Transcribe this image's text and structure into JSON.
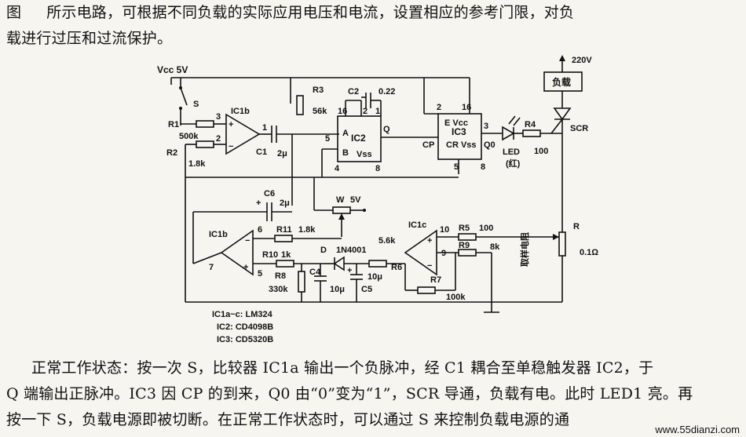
{
  "intro": {
    "fig_word": "图",
    "text_line1": "所示电路，可根据不同负载的实际应用电压和电流，设置相应的参考门限，对负",
    "text_line2": "载进行过压和过流保护。"
  },
  "circuit": {
    "supply_label": "Vcc 5V",
    "switch": "S",
    "r1": "R1",
    "r1_val": "500k",
    "r2": "R2",
    "r2_val": "1.8k",
    "ic1b": "IC1b",
    "ic1c_label": "IC1c",
    "ic1b_left": "IC1b",
    "c1": "C1",
    "c1_val": "2μ",
    "r3": "R3",
    "r3_val": "56k",
    "c2": "C2",
    "c2_val": "0.22",
    "ic2": "IC2",
    "ic3": "IC3",
    "led": "LED",
    "led_color": "(红)",
    "r4": "R4",
    "r4_val": "100",
    "load": "负载",
    "v220": "220V",
    "scr": "SCR",
    "c6": "C6",
    "c6_val": "2μ",
    "w": "W",
    "w_val": "5V",
    "r11": "R11",
    "r11_val": "1.8k",
    "r10": "R10",
    "r10_val": "1k",
    "r8": "R8",
    "r8_val": "330k",
    "d": "D",
    "d_type": "1N4001",
    "c4": "C4",
    "c4_val": "10μ",
    "c5": "C5",
    "c5_val": "10μ",
    "r6": "R6",
    "r6_val": "5.6k",
    "r5": "R5",
    "r5_val": "100",
    "r7": "R7",
    "r7_val": "100k",
    "r9": "R9",
    "r9_val": "8k",
    "r": "R",
    "r_val": "0.1Ω",
    "sample_res": "取样电阻",
    "pin_q0": "Q0",
    "pin_cp": "CP",
    "pin_q": "Q",
    "pin_a": "A",
    "pin_b": "B",
    "legend": [
      "IC1a~c: LM324",
      "IC2: CD4098B",
      "IC3: CD5320B"
    ]
  },
  "body": {
    "line1": "正常工作状态：按一次 S，比较器 IC1a 输出一个负脉冲，经 C1 耦合至单稳触发器 IC2，于",
    "line2": "Q 端输出正脉冲。IC3 因 CP 的到来，Q0 由“0”变为“1”，SCR 导通，负载有电。此时 LED1 亮。再",
    "line3": "按一下 S，负载电源即被切断。在正常工作状态时，可以通过 S 来控制负载电源的通"
  },
  "watermark": "www.55dianzi.com"
}
